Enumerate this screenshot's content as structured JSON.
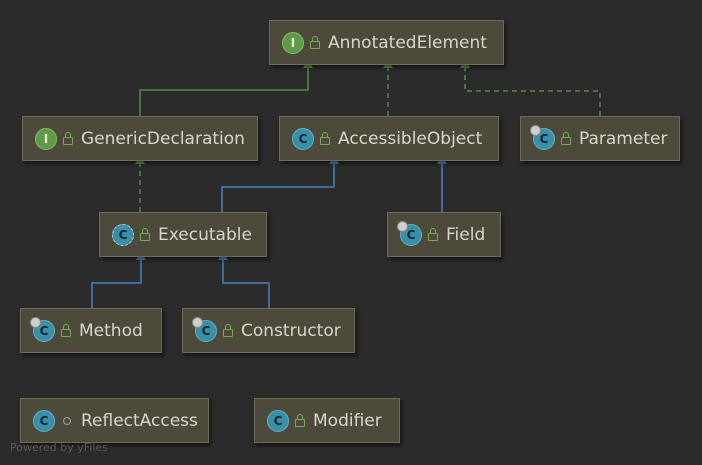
{
  "diagram": {
    "nodes": {
      "annotated_element": {
        "label": "AnnotatedElement",
        "kind": "I",
        "kind_type": "interface",
        "visibility": "public"
      },
      "generic_declaration": {
        "label": "GenericDeclaration",
        "kind": "I",
        "kind_type": "interface",
        "visibility": "public"
      },
      "accessible_object": {
        "label": "AccessibleObject",
        "kind": "C",
        "kind_type": "class",
        "visibility": "public"
      },
      "parameter": {
        "label": "Parameter",
        "kind": "C",
        "kind_type": "final class",
        "visibility": "public"
      },
      "executable": {
        "label": "Executable",
        "kind": "C",
        "kind_type": "abstract class",
        "visibility": "public"
      },
      "field": {
        "label": "Field",
        "kind": "C",
        "kind_type": "final class",
        "visibility": "public"
      },
      "method": {
        "label": "Method",
        "kind": "C",
        "kind_type": "final class",
        "visibility": "public"
      },
      "constructor": {
        "label": "Constructor",
        "kind": "C",
        "kind_type": "final class",
        "visibility": "public"
      },
      "reflect_access": {
        "label": "ReflectAccess",
        "kind": "C",
        "kind_type": "class",
        "visibility": "package-private"
      },
      "modifier": {
        "label": "Modifier",
        "kind": "C",
        "kind_type": "class",
        "visibility": "public"
      }
    },
    "relations": [
      {
        "from": "GenericDeclaration",
        "to": "AnnotatedElement",
        "type": "extends"
      },
      {
        "from": "AccessibleObject",
        "to": "AnnotatedElement",
        "type": "implements"
      },
      {
        "from": "Parameter",
        "to": "AnnotatedElement",
        "type": "implements"
      },
      {
        "from": "Executable",
        "to": "GenericDeclaration",
        "type": "implements"
      },
      {
        "from": "Executable",
        "to": "AccessibleObject",
        "type": "extends"
      },
      {
        "from": "Field",
        "to": "AccessibleObject",
        "type": "extends"
      },
      {
        "from": "Method",
        "to": "Executable",
        "type": "extends"
      },
      {
        "from": "Constructor",
        "to": "Executable",
        "type": "extends"
      }
    ],
    "colors": {
      "background": "#2b2b2b",
      "node_fill": "#4d4a3c",
      "interface_edge": "#5e9c4b",
      "class_edge": "#4d8fd6",
      "class_badge": "#3a8fa6",
      "interface_badge": "#5f9a48"
    }
  },
  "watermark": "Powered by yFiles"
}
